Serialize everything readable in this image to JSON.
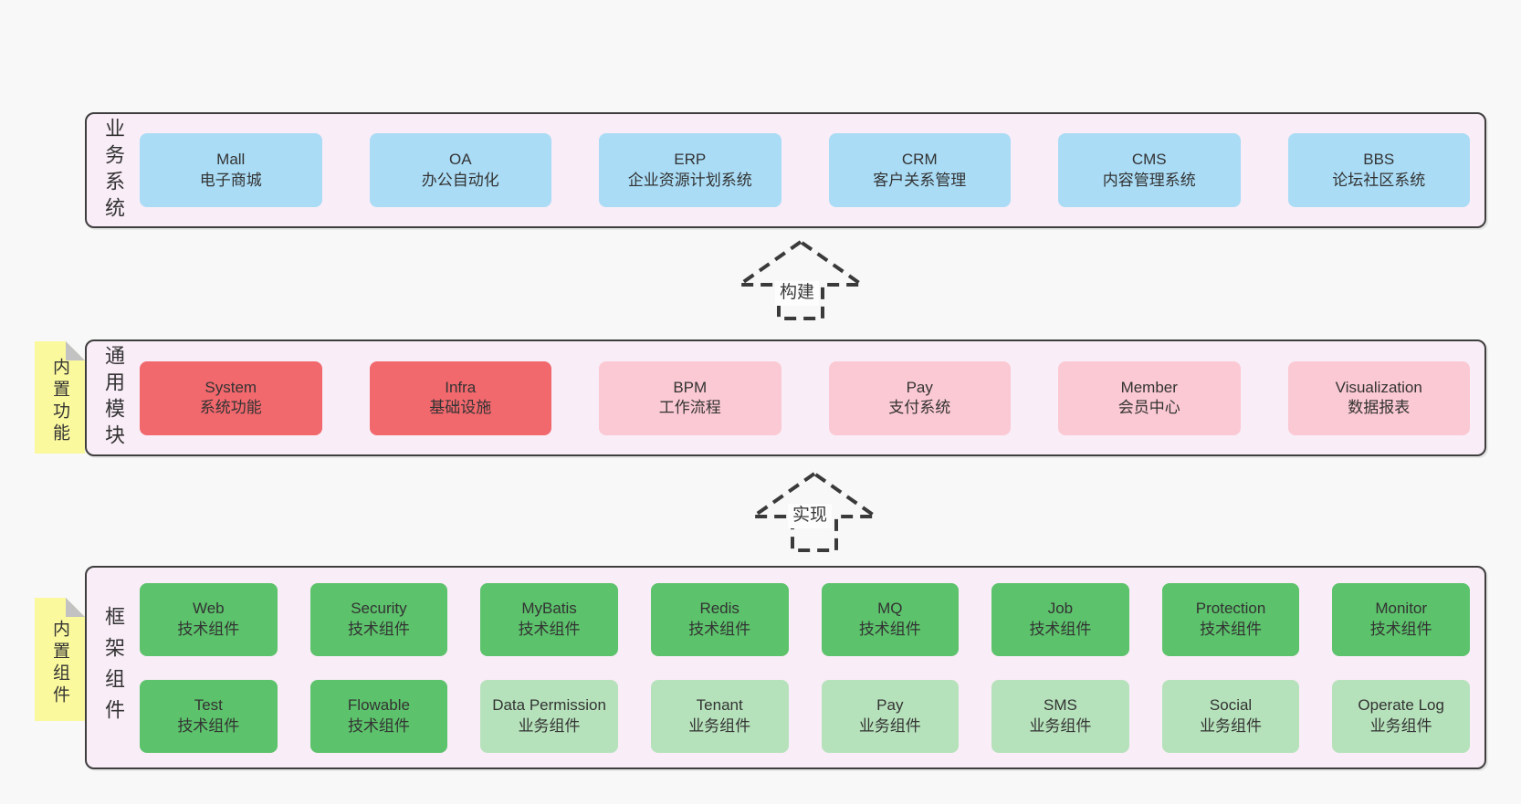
{
  "diagram": {
    "colors": {
      "page": "#f8f8f8",
      "container": "#f9edf7",
      "border": "#3e3e3e",
      "blue": "#aadcf6",
      "red": "#f1686d",
      "pink": "#fbc9d3",
      "green": "#5cc26b",
      "lightgreen": "#b6e2bb",
      "sticky": "#fbf99e",
      "text": "#333333"
    },
    "arrows": [
      {
        "label": "构建"
      },
      {
        "label": "实现"
      }
    ],
    "layers": [
      {
        "title": "业务系统",
        "sticky_note": null,
        "rows": [
          [
            {
              "title": "Mall",
              "subtitle": "电子商城",
              "color": "blue"
            },
            {
              "title": "OA",
              "subtitle": "办公自动化",
              "color": "blue"
            },
            {
              "title": "ERP",
              "subtitle": "企业资源计划系统",
              "color": "blue"
            },
            {
              "title": "CRM",
              "subtitle": "客户关系管理",
              "color": "blue"
            },
            {
              "title": "CMS",
              "subtitle": "内容管理系统",
              "color": "blue"
            },
            {
              "title": "BBS",
              "subtitle": "论坛社区系统",
              "color": "blue"
            }
          ]
        ]
      },
      {
        "title": "通用模块",
        "sticky_note": "内置功能",
        "rows": [
          [
            {
              "title": "System",
              "subtitle": "系统功能",
              "color": "red"
            },
            {
              "title": "Infra",
              "subtitle": "基础设施",
              "color": "red"
            },
            {
              "title": "BPM",
              "subtitle": "工作流程",
              "color": "pink"
            },
            {
              "title": "Pay",
              "subtitle": "支付系统",
              "color": "pink"
            },
            {
              "title": "Member",
              "subtitle": "会员中心",
              "color": "pink"
            },
            {
              "title": "Visualization",
              "subtitle": "数据报表",
              "color": "pink"
            }
          ]
        ]
      },
      {
        "title": "框架组件",
        "sticky_note": "内置组件",
        "rows": [
          [
            {
              "title": "Web",
              "subtitle": "技术组件",
              "color": "green"
            },
            {
              "title": "Security",
              "subtitle": "技术组件",
              "color": "green"
            },
            {
              "title": "MyBatis",
              "subtitle": "技术组件",
              "color": "green"
            },
            {
              "title": "Redis",
              "subtitle": "技术组件",
              "color": "green"
            },
            {
              "title": "MQ",
              "subtitle": "技术组件",
              "color": "green"
            },
            {
              "title": "Job",
              "subtitle": "技术组件",
              "color": "green"
            },
            {
              "title": "Protection",
              "subtitle": "技术组件",
              "color": "green"
            },
            {
              "title": "Monitor",
              "subtitle": "技术组件",
              "color": "green"
            }
          ],
          [
            {
              "title": "Test",
              "subtitle": "技术组件",
              "color": "green"
            },
            {
              "title": "Flowable",
              "subtitle": "技术组件",
              "color": "green"
            },
            {
              "title": "Data Permission",
              "subtitle": "业务组件",
              "color": "lightgreen"
            },
            {
              "title": "Tenant",
              "subtitle": "业务组件",
              "color": "lightgreen"
            },
            {
              "title": "Pay",
              "subtitle": "业务组件",
              "color": "lightgreen"
            },
            {
              "title": "SMS",
              "subtitle": "业务组件",
              "color": "lightgreen"
            },
            {
              "title": "Social",
              "subtitle": "业务组件",
              "color": "lightgreen"
            },
            {
              "title": "Operate Log",
              "subtitle": "业务组件",
              "color": "lightgreen"
            }
          ]
        ]
      }
    ]
  }
}
